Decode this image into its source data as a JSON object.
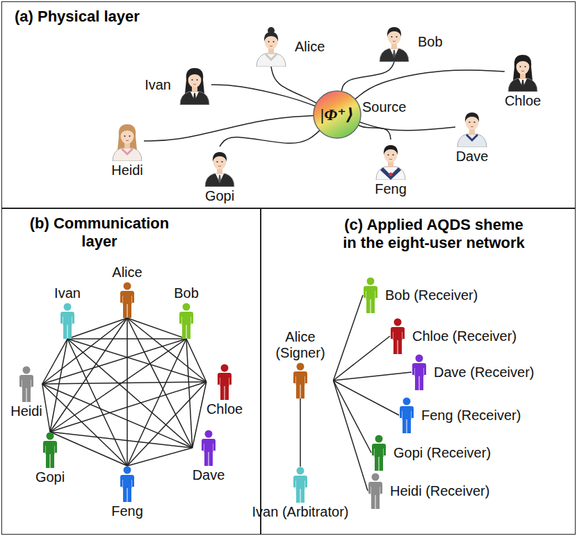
{
  "diagram": {
    "nodes": [
      {
        "text": [
          "(a) Physical layer"
        ]
      },
      {
        "text": [
          "|Φ⁺⟩",
          "Source"
        ],
        "in": 0
      },
      {
        "text": [
          "Alice"
        ],
        "in": 0
      },
      {
        "text": [
          "Bob"
        ],
        "in": 0
      },
      {
        "text": [
          "Chloe"
        ],
        "in": 0
      },
      {
        "text": [
          "Dave"
        ],
        "in": 0
      },
      {
        "text": [
          "Feng"
        ],
        "in": 0
      },
      {
        "text": [
          "Gopi"
        ],
        "in": 0
      },
      {
        "text": [
          "Heidi"
        ],
        "in": 0
      },
      {
        "text": [
          "Ivan"
        ],
        "in": 0
      },
      {
        "text": [
          "(b) Communication layer"
        ]
      },
      {
        "text": [
          "Alice"
        ],
        "in": 10
      },
      {
        "text": [
          "Bob"
        ],
        "in": 10
      },
      {
        "text": [
          "Chloe"
        ],
        "in": 10
      },
      {
        "text": [
          "Dave"
        ],
        "in": 10
      },
      {
        "text": [
          "Feng"
        ],
        "in": 10
      },
      {
        "text": [
          "Gopi"
        ],
        "in": 10
      },
      {
        "text": [
          "Heidi"
        ],
        "in": 10
      },
      {
        "text": [
          "Ivan"
        ],
        "in": 10
      },
      {
        "text": [
          "(c) Applied AQDS sheme in the eight-user network"
        ]
      },
      {
        "text": [
          "Alice (Signer)"
        ],
        "in": 19
      },
      {
        "text": [
          "Bob (Receiver)"
        ],
        "in": 19
      },
      {
        "text": [
          "Chloe (Receiver)"
        ],
        "in": 19
      },
      {
        "text": [
          "Dave (Receiver)"
        ],
        "in": 19
      },
      {
        "text": [
          "Feng (Receiver)"
        ],
        "in": 19
      },
      {
        "text": [
          "Gopi (Receiver)"
        ],
        "in": 19
      },
      {
        "text": [
          "Heidi (Receiver)"
        ],
        "in": 19
      },
      {
        "text": [
          "Ivan (Arbitrator)"
        ],
        "in": 19
      }
    ],
    "edges": [
      {
        "from": 1,
        "to": 2,
        "arrow": "none"
      },
      {
        "from": 1,
        "to": 3,
        "arrow": "none"
      },
      {
        "from": 1,
        "to": 4,
        "arrow": "none"
      },
      {
        "from": 1,
        "to": 5,
        "arrow": "none"
      },
      {
        "from": 1,
        "to": 6,
        "arrow": "none"
      },
      {
        "from": 1,
        "to": 7,
        "arrow": "none"
      },
      {
        "from": 1,
        "to": 8,
        "arrow": "none"
      },
      {
        "from": 1,
        "to": 9,
        "arrow": "none"
      },
      {
        "from": 11,
        "to": 12,
        "arrow": "none"
      },
      {
        "from": 11,
        "to": 13,
        "arrow": "none"
      },
      {
        "from": 11,
        "to": 14,
        "arrow": "none"
      },
      {
        "from": 11,
        "to": 15,
        "arrow": "none"
      },
      {
        "from": 11,
        "to": 16,
        "arrow": "none"
      },
      {
        "from": 11,
        "to": 17,
        "arrow": "none"
      },
      {
        "from": 11,
        "to": 18,
        "arrow": "none"
      },
      {
        "from": 12,
        "to": 13,
        "arrow": "none"
      },
      {
        "from": 12,
        "to": 14,
        "arrow": "none"
      },
      {
        "from": 12,
        "to": 15,
        "arrow": "none"
      },
      {
        "from": 12,
        "to": 16,
        "arrow": "none"
      },
      {
        "from": 12,
        "to": 17,
        "arrow": "none"
      },
      {
        "from": 12,
        "to": 18,
        "arrow": "none"
      },
      {
        "from": 13,
        "to": 14,
        "arrow": "none"
      },
      {
        "from": 13,
        "to": 15,
        "arrow": "none"
      },
      {
        "from": 13,
        "to": 16,
        "arrow": "none"
      },
      {
        "from": 13,
        "to": 17,
        "arrow": "none"
      },
      {
        "from": 13,
        "to": 18,
        "arrow": "none"
      },
      {
        "from": 14,
        "to": 15,
        "arrow": "none"
      },
      {
        "from": 14,
        "to": 16,
        "arrow": "none"
      },
      {
        "from": 14,
        "to": 17,
        "arrow": "none"
      },
      {
        "from": 14,
        "to": 18,
        "arrow": "none"
      },
      {
        "from": 15,
        "to": 16,
        "arrow": "none"
      },
      {
        "from": 15,
        "to": 17,
        "arrow": "none"
      },
      {
        "from": 15,
        "to": 18,
        "arrow": "none"
      },
      {
        "from": 16,
        "to": 17,
        "arrow": "none"
      },
      {
        "from": 16,
        "to": 18,
        "arrow": "none"
      },
      {
        "from": 17,
        "to": 18,
        "arrow": "none"
      },
      {
        "from": 20,
        "to": 21,
        "arrow": "none"
      },
      {
        "from": 20,
        "to": 22,
        "arrow": "none"
      },
      {
        "from": 20,
        "to": 23,
        "arrow": "none"
      },
      {
        "from": 20,
        "to": 24,
        "arrow": "none"
      },
      {
        "from": 20,
        "to": 25,
        "arrow": "none"
      },
      {
        "from": 20,
        "to": 26,
        "arrow": "none"
      },
      {
        "from": 20,
        "to": 27,
        "arrow": "none"
      }
    ]
  }
}
